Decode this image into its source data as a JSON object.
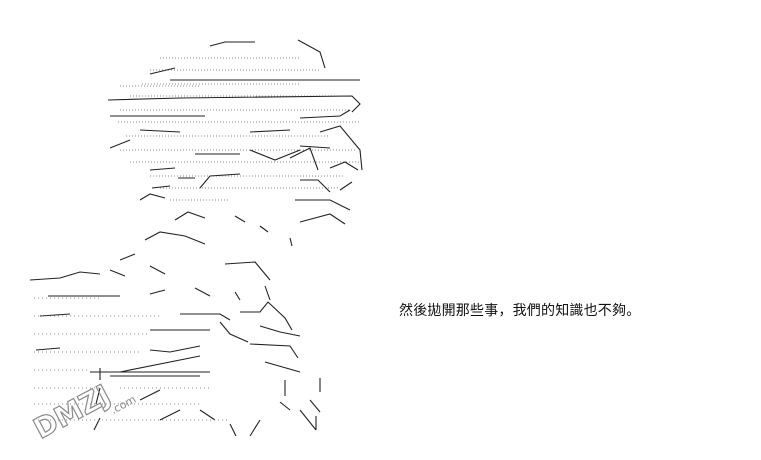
{
  "caption": "然後拋開那些事，我們的知識也不夠。",
  "watermark": {
    "text": "DMZJ",
    "sub": ".com"
  },
  "colors": {
    "line": "#222222",
    "dots": "#777777",
    "watermark": "#8a8a8a",
    "background": "#ffffff"
  }
}
